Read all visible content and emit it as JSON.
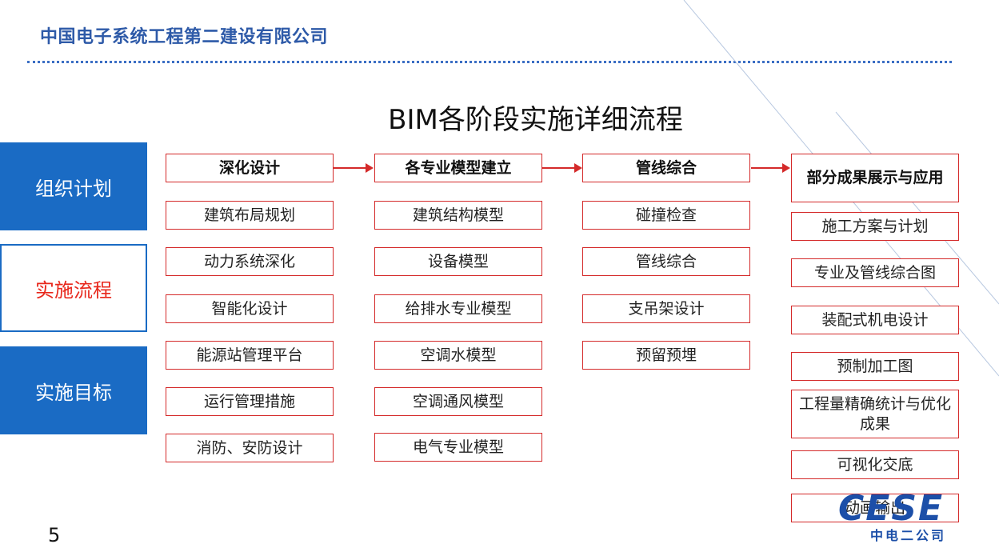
{
  "header": {
    "company": "中国电子系统工程第二建设有限公司"
  },
  "title": "BIM各阶段实施详细流程",
  "sidebar": {
    "items": [
      {
        "label": "组织计划"
      },
      {
        "label": "实施流程"
      },
      {
        "label": "实施目标"
      }
    ]
  },
  "columns": [
    {
      "header": "深化设计",
      "items": [
        "建筑布局规划",
        "动力系统深化",
        "智能化设计",
        "能源站管理平台",
        "运行管理措施",
        "消防、安防设计"
      ]
    },
    {
      "header": "各专业模型建立",
      "items": [
        "建筑结构模型",
        "设备模型",
        "给排水专业模型",
        "空调水模型",
        "空调通风模型",
        "电气专业模型"
      ]
    },
    {
      "header": "管线综合",
      "items": [
        "碰撞检查",
        "管线综合",
        "支吊架设计",
        "预留预埋"
      ]
    },
    {
      "header": "部分成果展示与应用",
      "items": [
        "施工方案与计划",
        "专业及管线综合图",
        "装配式机电设计",
        "预制加工图",
        "工程量精确统计与优化成果",
        "可视化交底",
        "动画输出"
      ]
    }
  ],
  "footer": {
    "page_number": "5"
  },
  "logo": {
    "text": "CESE",
    "sub": "中电二公司"
  },
  "colors": {
    "brand_blue": "#1a6bc4",
    "box_border": "#d42a2a",
    "active_text": "#e8281c"
  }
}
